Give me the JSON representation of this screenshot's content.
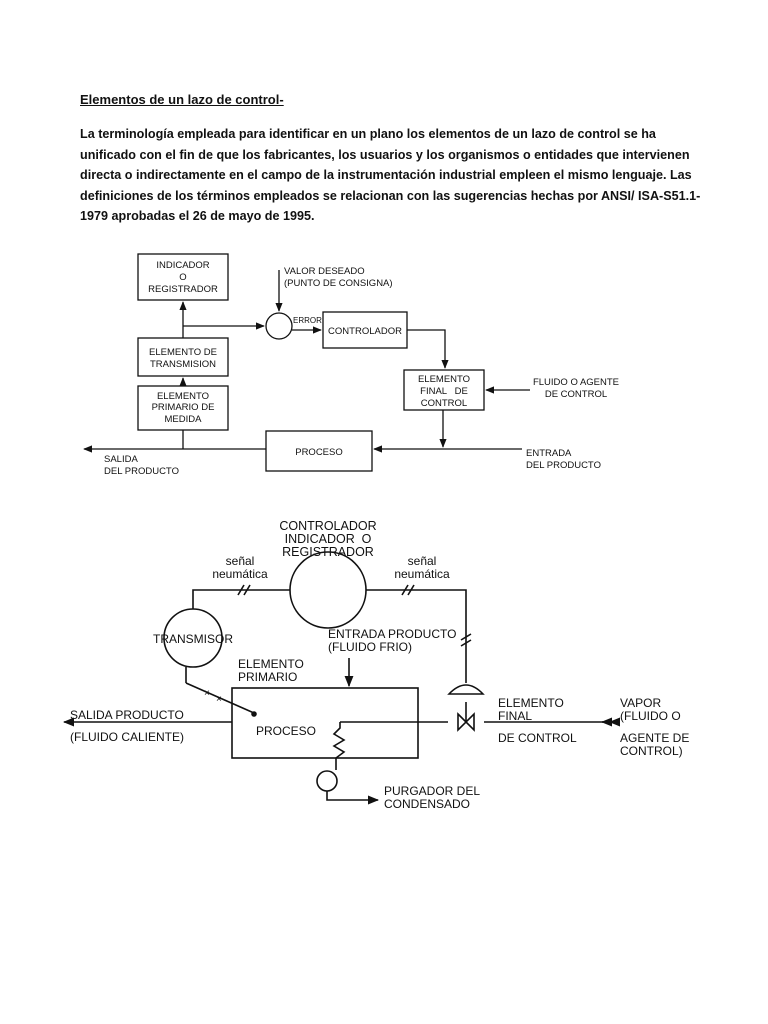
{
  "document": {
    "title": "Elementos de un lazo de control-",
    "paragraph_lines": [
      "La terminología empleada  para identificar en un plano los elementos de un lazo de control se ha",
      "unificado con el fin de que los fabricantes, los usuarios y los organismos o entidades que intervienen",
      "directa o indirectamente en el campo de  la instrumentación industrial  empleen el mismo lenguaje. Las",
      "definiciones de los términos empleados se relacionan con las sugerencias hechas por ANSI/ ISA-S51.1-",
      "1979 aprobadas  el 26 de mayo de 1995."
    ]
  },
  "diagram1": {
    "indicador": [
      "INDICADOR",
      "O",
      "REGISTRADOR"
    ],
    "transmision": [
      "ELEMENTO DE",
      "TRANSMISION"
    ],
    "primario": [
      "ELEMENTO",
      "PRIMARIO DE",
      "MEDIDA"
    ],
    "valor_deseado": [
      "VALOR DESEADO",
      "(PUNTO DE CONSIGNA)"
    ],
    "error": "ERROR",
    "controlador": "CONTROLADOR",
    "elemento_final": [
      "ELEMENTO",
      "FINAL   DE",
      "CONTROL"
    ],
    "fluido_agente": [
      "FLUIDO O AGENTE",
      "DE CONTROL"
    ],
    "proceso": "PROCESO",
    "salida": [
      "SALIDA",
      "DEL PRODUCTO"
    ],
    "entrada": [
      "ENTRADA",
      "DEL PRODUCTO"
    ]
  },
  "diagram2": {
    "controlador": [
      "CONTROLADOR",
      "INDICADOR  O",
      "REGISTRADOR"
    ],
    "senal_left": [
      "señal",
      "neumática"
    ],
    "senal_right": [
      "señal",
      "neumática"
    ],
    "transmisor": "TRANSMISOR",
    "entrada_producto": [
      "ENTRADA PRODUCTO",
      "(FLUIDO FRIO)"
    ],
    "elemento_primario": [
      "ELEMENTO",
      "PRIMARIO"
    ],
    "salida_producto": [
      "SALIDA PRODUCTO",
      "(FLUIDO CALIENTE)"
    ],
    "proceso": "PROCESO",
    "elemento_final": [
      "ELEMENTO",
      "FINAL",
      "DE CONTROL"
    ],
    "vapor": [
      "VAPOR",
      "(FLUIDO O",
      "AGENTE DE",
      "CONTROL)"
    ],
    "purgador": [
      "PURGADOR DEL",
      "CONDENSADO"
    ]
  }
}
